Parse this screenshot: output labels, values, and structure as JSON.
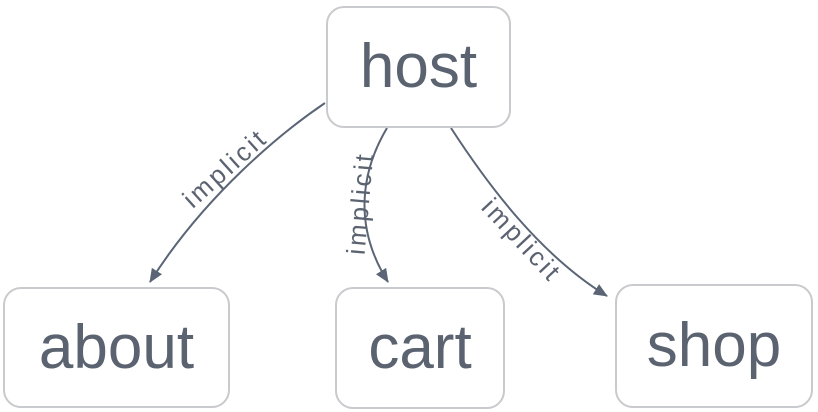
{
  "diagram": {
    "type": "dependency-graph",
    "nodes": [
      {
        "id": "host",
        "label": "host"
      },
      {
        "id": "about",
        "label": "about"
      },
      {
        "id": "cart",
        "label": "cart"
      },
      {
        "id": "shop",
        "label": "shop"
      }
    ],
    "edges": [
      {
        "from": "host",
        "to": "about",
        "label": "implicit"
      },
      {
        "from": "host",
        "to": "cart",
        "label": "implicit"
      },
      {
        "from": "host",
        "to": "shop",
        "label": "implicit"
      }
    ],
    "colors": {
      "background": "#ffffff",
      "node_fill": "#ffffff",
      "node_border": "#c9cacd",
      "node_text": "#5b6371",
      "edge_stroke": "#5b6576",
      "edge_label_text": "#5b6371"
    }
  }
}
